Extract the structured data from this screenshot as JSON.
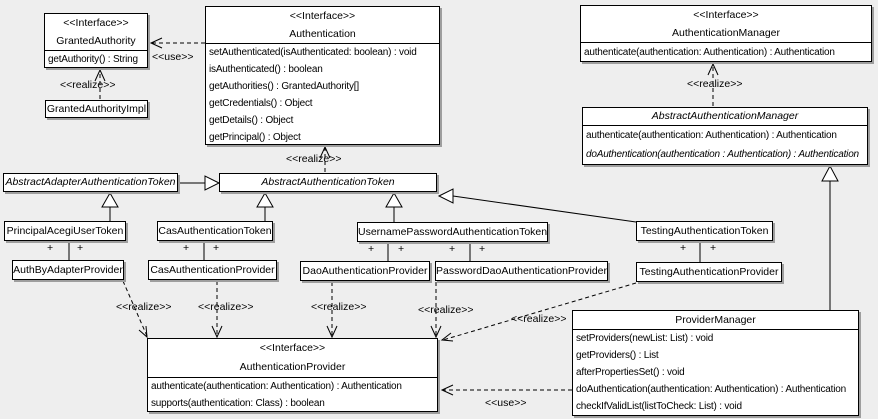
{
  "labels": {
    "interface_stereotype": "<<Interface>>",
    "use_stereotype": "<<use>>",
    "realize_stereotype": "<<realize>>",
    "plus": "+"
  },
  "classes": {
    "granted_authority": {
      "name": "GrantedAuthority",
      "methods": [
        "getAuthority() : String"
      ]
    },
    "granted_authority_impl": {
      "name": "GrantedAuthorityImpl"
    },
    "authentication": {
      "name": "Authentication",
      "methods": [
        "setAuthenticated(isAuthenticated: boolean) : void",
        "isAuthenticated() : boolean",
        "getAuthorities() : GrantedAuthority[]",
        "getCredentials() : Object",
        "getDetails() : Object",
        "getPrincipal() : Object"
      ]
    },
    "authentication_manager": {
      "name": "AuthenticationManager",
      "methods": [
        "authenticate(authentication: Authentication) : Authentication"
      ]
    },
    "abstract_authentication_manager": {
      "name": "AbstractAuthenticationManager",
      "methods": [
        "authenticate(authentication: Authentication) : Authentication",
        "doAuthentication(authentication : Authentication) : Authentication"
      ]
    },
    "abstract_adapter_authentication_token": {
      "name": "AbstractAdapterAuthenticationToken"
    },
    "abstract_authentication_token": {
      "name": "AbstractAuthenticationToken"
    },
    "principal_acegi_user_token": {
      "name": "PrincipalAcegiUserToken"
    },
    "cas_authentication_token": {
      "name": "CasAuthenticationToken"
    },
    "username_password_authentication_token": {
      "name": "UsernamePasswordAuthenticationToken"
    },
    "testing_authentication_token": {
      "name": "TestingAuthenticationToken"
    },
    "auth_by_adapter_provider": {
      "name": "AuthByAdapterProvider"
    },
    "cas_authentication_provider": {
      "name": "CasAuthenticationProvider"
    },
    "dao_authentication_provider": {
      "name": "DaoAuthenticationProvider"
    },
    "password_dao_authentication_provider": {
      "name": "PasswordDaoAuthenticationProvider"
    },
    "testing_authentication_provider": {
      "name": "TestingAuthenticationProvider"
    },
    "provider_manager": {
      "name": "ProviderManager",
      "methods": [
        "setProviders(newList: List) : void",
        "getProviders() : List",
        "afterPropertiesSet() : void",
        "doAuthentication(authentication: Authentication) : Authentication",
        "checkIfValidList(listToCheck: List) : void"
      ]
    },
    "authentication_provider": {
      "name": "AuthenticationProvider",
      "methods": [
        "authenticate(authentication: Authentication) : Authentication",
        "supports(authentication: Class) : boolean"
      ]
    }
  },
  "colors": {
    "background": "#eeeeee",
    "box_fill": "#ffffff",
    "line": "#000000",
    "shadow": "#9e9e9e"
  }
}
